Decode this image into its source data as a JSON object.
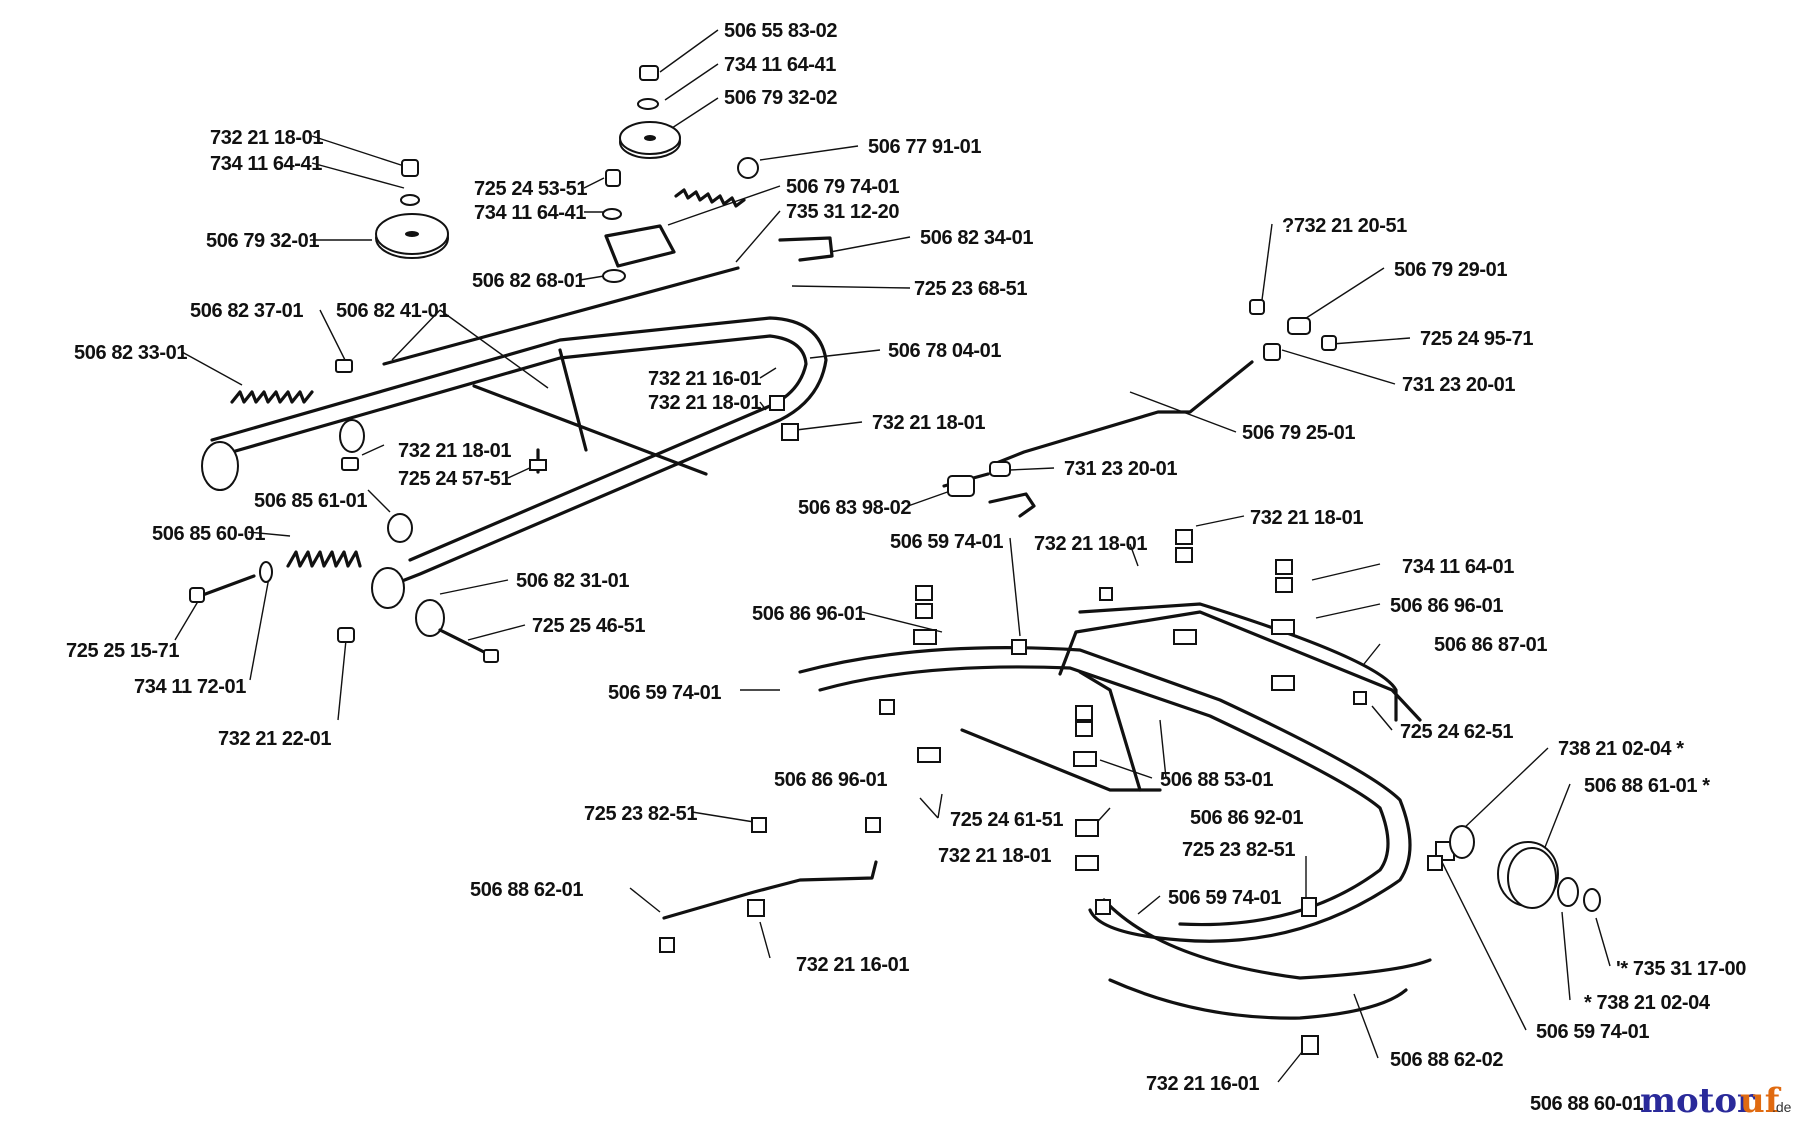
{
  "diagram": {
    "footer_part": "506 88 60-01",
    "watermark": {
      "brand_a": "motor",
      "brand_b": "uf",
      "tld": ".de"
    }
  },
  "labels": [
    "506 55 83-02",
    "734 11 64-41",
    "506 79 32-02",
    "506 77 91-01",
    "732 21 18-01",
    "734 11 64-41",
    "725 24 53-51",
    "734 11 64-41",
    "506 79 74-01",
    "735 31 12-20",
    "506 79 32-01",
    "506 82 34-01",
    "506 82 68-01",
    "725 23 68-51",
    "506 82 37-01",
    "506 82 41-01",
    "506 82 33-01",
    "506 78 04-01",
    "732 21 16-01",
    "732 21 18-01",
    "732 21 18-01",
    "732 21 18-01",
    "725 24 57-51",
    "506 85 61-01",
    "506 85 60-01",
    "506 82 31-01",
    "725 25 46-51",
    "725 25 15-71",
    "734 11 72-01",
    "732 21 22-01",
    "?732 21 20-51",
    "506 79 29-01",
    "725 24 95-71",
    "731 23 20-01",
    "506 79 25-01",
    "731 23 20-01",
    "506 83 98-02",
    "506 59 74-01",
    "732 21 18-01",
    "732 21 18-01",
    "734 11 64-01",
    "506 86 96-01",
    "506 86 96-01",
    "506 86 87-01",
    "506 59 74-01",
    "725 24 62-51",
    "738 21 02-04 *",
    "506 86 96-01",
    "506 88 53-01",
    "506 88 61-01 *",
    "725 23 82-51",
    "725 24 61-51",
    "506 86 92-01",
    "732 21 18-01",
    "725 23 82-51",
    "506 88 62-01",
    "506 59 74-01",
    "732 21 16-01",
    "'* 735 31 17-00",
    "* 738 21 02-04",
    "506 59 74-01",
    "506 88 62-02",
    "732 21 16-01"
  ]
}
